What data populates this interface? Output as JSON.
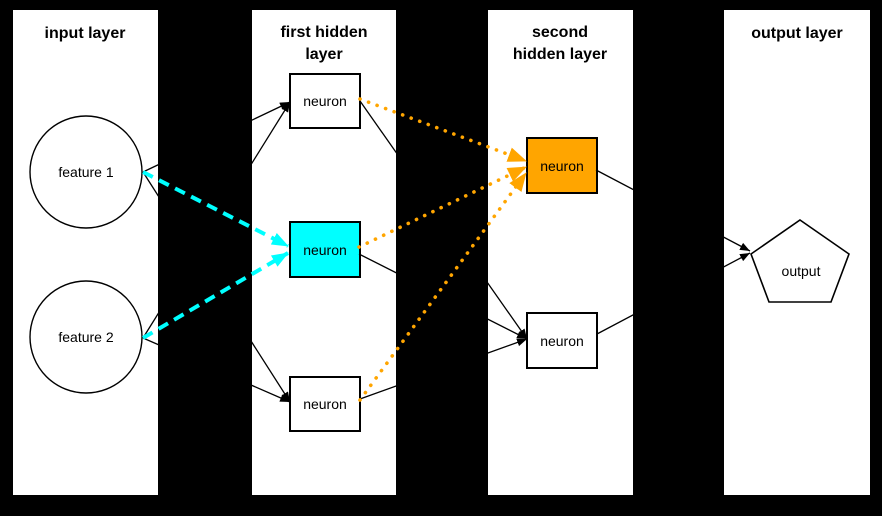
{
  "diagram": {
    "type": "neural-network-architecture",
    "colors": {
      "background": "#000000",
      "panel": "#ffffff",
      "edge": "#000000",
      "cyan_highlight": "#00ffff",
      "orange_highlight": "#ffa500"
    },
    "layers": [
      {
        "id": "input",
        "title_lines": [
          "input layer"
        ]
      },
      {
        "id": "hidden1",
        "title_lines": [
          "first hidden",
          "layer"
        ]
      },
      {
        "id": "hidden2",
        "title_lines": [
          "second",
          "hidden layer"
        ]
      },
      {
        "id": "output",
        "title_lines": [
          "output layer"
        ]
      }
    ],
    "nodes": [
      {
        "id": "feature-1",
        "layer": "input",
        "label": "feature 1",
        "shape": "circle",
        "fill": "#ffffff"
      },
      {
        "id": "feature-2",
        "layer": "input",
        "label": "feature 2",
        "shape": "circle",
        "fill": "#ffffff"
      },
      {
        "id": "hidden1-top",
        "layer": "hidden1",
        "label": "neuron",
        "shape": "rect",
        "fill": "#ffffff"
      },
      {
        "id": "hidden1-middle",
        "layer": "hidden1",
        "label": "neuron",
        "shape": "rect",
        "fill": "#00ffff"
      },
      {
        "id": "hidden1-bottom",
        "layer": "hidden1",
        "label": "neuron",
        "shape": "rect",
        "fill": "#ffffff"
      },
      {
        "id": "hidden2-top",
        "layer": "hidden2",
        "label": "neuron",
        "shape": "rect",
        "fill": "#ffa500"
      },
      {
        "id": "hidden2-bottom",
        "layer": "hidden2",
        "label": "neuron",
        "shape": "rect",
        "fill": "#ffffff"
      },
      {
        "id": "output",
        "layer": "output",
        "label": "output",
        "shape": "pentagon",
        "fill": "#ffffff"
      }
    ],
    "edges": {
      "solid_black": [
        {
          "from": "feature-1",
          "to": "hidden1-top"
        },
        {
          "from": "feature-2",
          "to": "hidden1-top"
        },
        {
          "from": "feature-1",
          "to": "hidden1-bottom"
        },
        {
          "from": "feature-2",
          "to": "hidden1-bottom"
        },
        {
          "from": "hidden1-top",
          "to": "hidden2-bottom"
        },
        {
          "from": "hidden1-middle",
          "to": "hidden2-bottom"
        },
        {
          "from": "hidden1-bottom",
          "to": "hidden2-bottom"
        },
        {
          "from": "hidden2-top",
          "to": "output"
        },
        {
          "from": "hidden2-bottom",
          "to": "output"
        }
      ],
      "cyan_dashed": [
        {
          "from": "feature-1",
          "to": "hidden1-middle"
        },
        {
          "from": "feature-2",
          "to": "hidden1-middle"
        }
      ],
      "orange_dotted": [
        {
          "from": "hidden1-top",
          "to": "hidden2-top"
        },
        {
          "from": "hidden1-middle",
          "to": "hidden2-top"
        },
        {
          "from": "hidden1-bottom",
          "to": "hidden2-top"
        }
      ]
    }
  }
}
